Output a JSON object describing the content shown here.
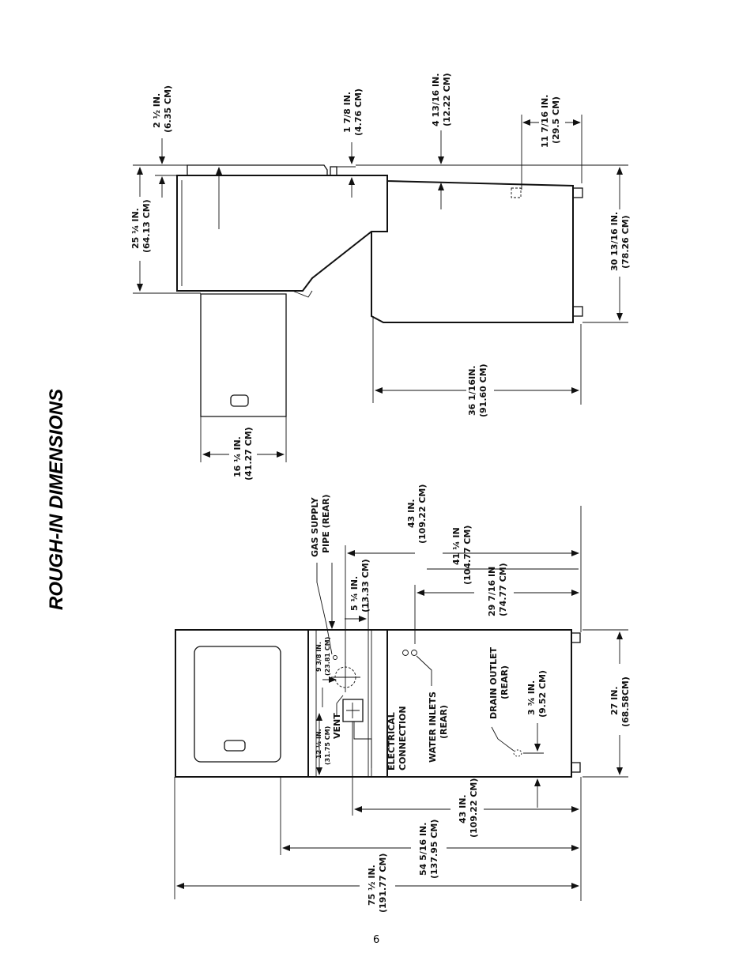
{
  "page": {
    "title": "ROUGH-IN DIMENSIONS",
    "page_number": "6"
  },
  "side_view": {
    "dim_2_5_in": "2 ½ IN.",
    "dim_2_5_cm": "(6.35 CM)",
    "dim_1_7_8_in": "1 7/8 IN.",
    "dim_1_7_8_cm": "(4.76 CM)",
    "dim_4_13_16_in": "4 13/16 IN.",
    "dim_4_13_16_cm": "(12.22 CM)",
    "dim_11_7_16_in": "11 7/16 IN.",
    "dim_11_7_16_cm": "(29.5 CM)",
    "dim_25_in": "25 ¼ IN.",
    "dim_25_cm": "(64.13 CM)",
    "dim_30_in": "30 13/16 IN.",
    "dim_30_cm": "(78.26 CM)",
    "dim_36_in": "36 1/16IN.",
    "dim_36_cm": "(91.60 CM)",
    "dim_16_in": "16 ¼ IN.",
    "dim_16_cm": "(41.27 CM)"
  },
  "front_view": {
    "gas_supply_1": "GAS SUPPLY",
    "gas_supply_2": "PIPE (REAR)",
    "dim_43a_in": "43 IN.",
    "dim_43a_cm": "(109.22 CM)",
    "dim_41_in": "41 ¼ IN",
    "dim_41_cm": "(104.77 CM)",
    "dim_5_in": "5 ¼ IN.",
    "dim_5_cm": "(13.33 CM)",
    "dim_29_in": "29 7/16 IN",
    "dim_29_cm": "(74.77 CM)",
    "dim_9_in": "9 3/8 IN.",
    "dim_9_cm": "(23.81 CM)",
    "dim_12_in": "12 ½ IN.",
    "dim_12_cm": "(31.75 CM)",
    "vent": "VENT",
    "electrical_1": "ELECTRICAL",
    "electrical_2": "CONNECTION",
    "water_1": "WATER INLETS",
    "water_2": "(REAR)",
    "drain_1": "DRAIN OUTLET",
    "drain_2": "(REAR)",
    "dim_3_in": "3 ¾ IN.",
    "dim_3_cm": "(9.52 CM)",
    "dim_27_in": "27 IN.",
    "dim_27_cm": "(68.58CM)",
    "dim_43b_in": "43 IN.",
    "dim_43b_cm": "(109.22 CM)",
    "dim_54_in": "54 5/16 IN.",
    "dim_54_cm": "(137.95 CM)",
    "dim_75_in": "75 ½ IN.",
    "dim_75_cm": "(191.77 CM)"
  }
}
